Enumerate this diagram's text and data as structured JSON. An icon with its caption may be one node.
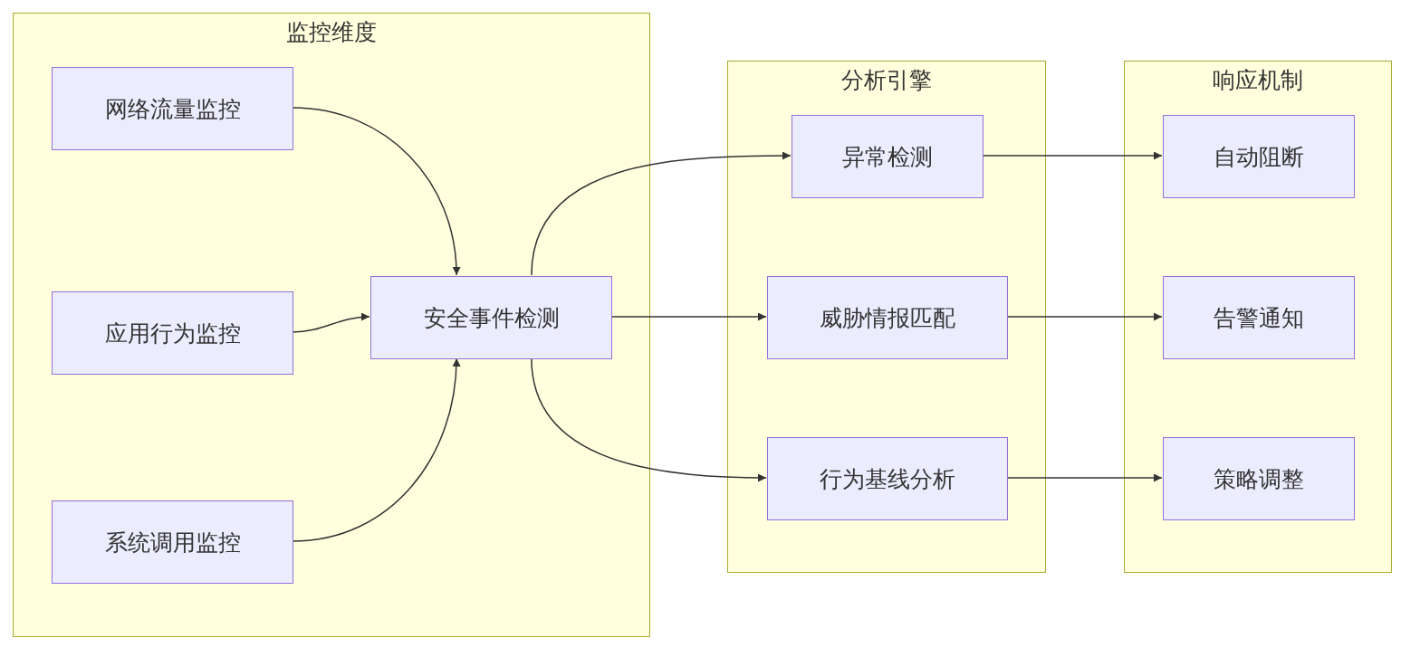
{
  "diagram": {
    "nodes": [
      {
        "text": [
          "监控维度"
        ]
      },
      {
        "text": [
          "网络流量监控"
        ],
        "in": 0
      },
      {
        "text": [
          "应用行为监控"
        ],
        "in": 0
      },
      {
        "text": [
          "系统调用监控"
        ],
        "in": 0
      },
      {
        "text": [
          "安全事件检测"
        ],
        "in": 0
      },
      {
        "text": [
          "分析引擎"
        ]
      },
      {
        "text": [
          "异常检测"
        ],
        "in": 5
      },
      {
        "text": [
          "威胁情报匹配"
        ],
        "in": 5
      },
      {
        "text": [
          "行为基线分析"
        ],
        "in": 5
      },
      {
        "text": [
          "响应机制"
        ]
      },
      {
        "text": [
          "自动阻断"
        ],
        "in": 9
      },
      {
        "text": [
          "告警通知"
        ],
        "in": 9
      },
      {
        "text": [
          "策略调整"
        ],
        "in": 9
      }
    ],
    "edges": [
      {
        "from": 1,
        "to": 4,
        "arrow": "to"
      },
      {
        "from": 2,
        "to": 4,
        "arrow": "to"
      },
      {
        "from": 3,
        "to": 4,
        "arrow": "to"
      },
      {
        "from": 4,
        "to": 6,
        "arrow": "to"
      },
      {
        "from": 4,
        "to": 7,
        "arrow": "to"
      },
      {
        "from": 4,
        "to": 8,
        "arrow": "to"
      },
      {
        "from": 6,
        "to": 10,
        "arrow": "to"
      },
      {
        "from": 7,
        "to": 11,
        "arrow": "to"
      },
      {
        "from": 8,
        "to": 12,
        "arrow": "to"
      }
    ]
  }
}
